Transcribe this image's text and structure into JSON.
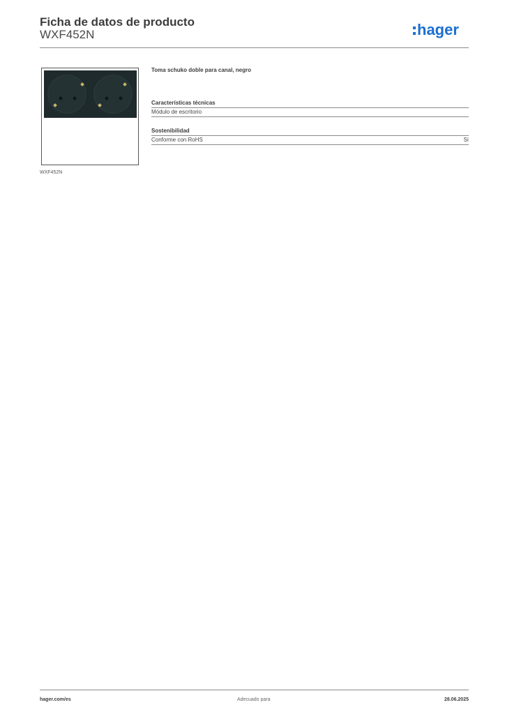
{
  "header": {
    "title": "Ficha de datos de producto",
    "subtitle": "WXF452N",
    "logo_text": "hager",
    "logo_color": "#1a6fd1"
  },
  "product": {
    "image_icon": "double-schuko-socket-icon",
    "image_color": "#1f2a2c",
    "image_caption": "WXF452N",
    "description": "Toma schuko doble para canal, negro"
  },
  "sections": [
    {
      "title": "Características técnicas",
      "rows": [
        {
          "label": "Módulo de escritorio",
          "value": ""
        }
      ]
    },
    {
      "title": "Sostenibilidad",
      "rows": [
        {
          "label": "Conforme con RoHS",
          "value": "Sí"
        }
      ]
    }
  ],
  "footer": {
    "website": "hager.com/es",
    "center_text": "Adecuado para",
    "date": "28.06.2025"
  }
}
